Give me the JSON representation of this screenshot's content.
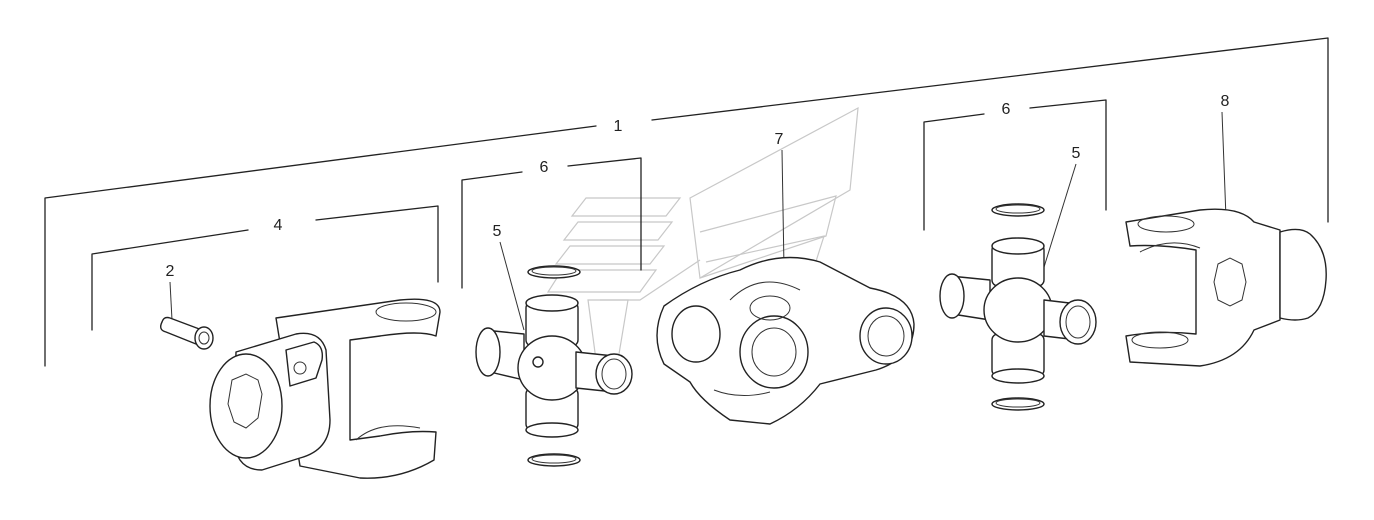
{
  "callouts": {
    "assembly": "1",
    "bolt": "2",
    "left_yoke": "4",
    "left_cross": "5",
    "left_ring_set": "6",
    "center_yoke": "7",
    "right_ring_set": "6",
    "right_cross": "5",
    "right_yoke": "8"
  },
  "colors": {
    "line": "#222222",
    "watermark": "#c8c8c8",
    "background": "#ffffff"
  }
}
